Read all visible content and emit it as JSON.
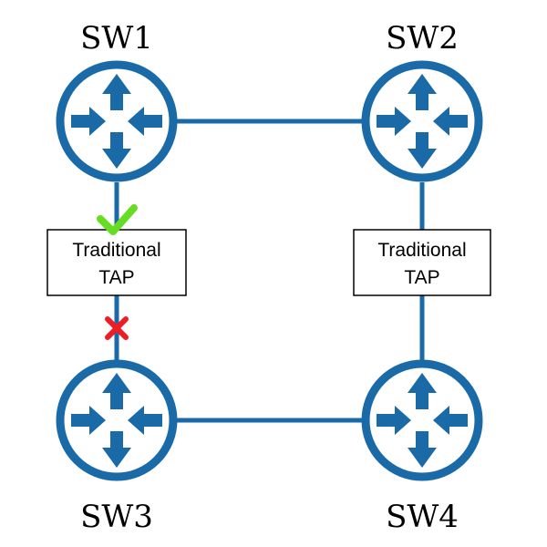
{
  "colors": {
    "switch_blue": "#1a6aa8",
    "link_blue": "#1a6aa8",
    "check_green": "#66dd22",
    "cross_red": "#ee1c24",
    "tap_border": "#000000"
  },
  "switches": [
    {
      "id": "sw1",
      "label": "SW1",
      "icon": "router-arrows-icon"
    },
    {
      "id": "sw2",
      "label": "SW2",
      "icon": "router-arrows-icon"
    },
    {
      "id": "sw3",
      "label": "SW3",
      "icon": "router-arrows-icon"
    },
    {
      "id": "sw4",
      "label": "SW4",
      "icon": "router-arrows-icon"
    }
  ],
  "taps": [
    {
      "id": "tap-left",
      "line1": "Traditional",
      "line2": "TAP"
    },
    {
      "id": "tap-right",
      "line1": "Traditional",
      "line2": "TAP"
    }
  ],
  "markers": [
    {
      "id": "check",
      "icon": "checkmark-icon"
    },
    {
      "id": "cross",
      "icon": "cross-icon"
    }
  ]
}
